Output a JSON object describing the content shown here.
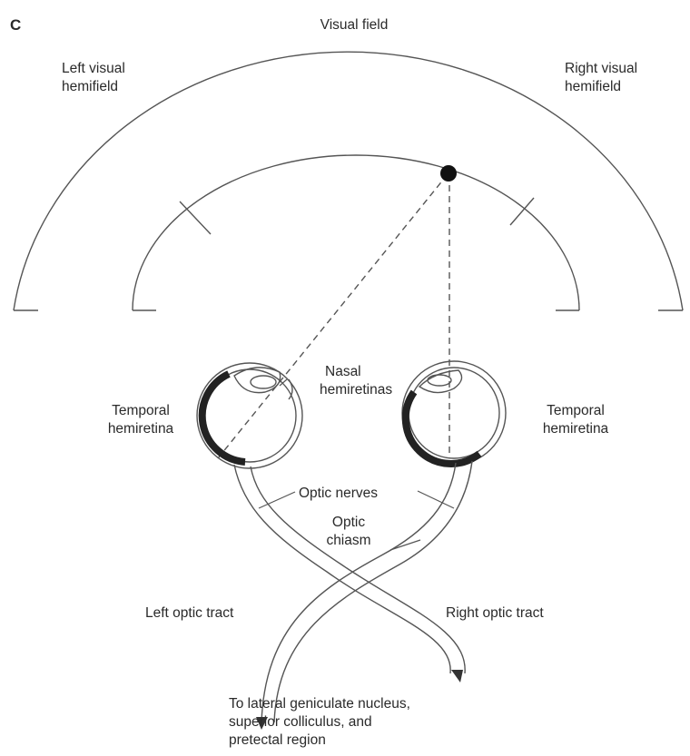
{
  "panel_label": "C",
  "title": "Visual field",
  "left_hemifield": [
    "Left visual",
    "hemifield"
  ],
  "right_hemifield": [
    "Right visual",
    "hemifield"
  ],
  "nasal_hemiretinas": [
    "Nasal",
    "hemiretinas"
  ],
  "left_temporal_hemiretina": [
    "Temporal",
    "hemiretina"
  ],
  "right_temporal_hemiretina": [
    "Temporal",
    "hemiretina"
  ],
  "optic_nerves": "Optic nerves",
  "optic_chiasm": [
    "Optic",
    "chiasm"
  ],
  "left_optic_tract": "Left optic tract",
  "right_optic_tract": "Right optic tract",
  "destination": [
    "To lateral geniculate nucleus,",
    "superior colliculus, and",
    "pretectal region"
  ],
  "colors": {
    "line": "#555555",
    "hemiretina": "#222222",
    "ink": "#2a2a2a"
  }
}
